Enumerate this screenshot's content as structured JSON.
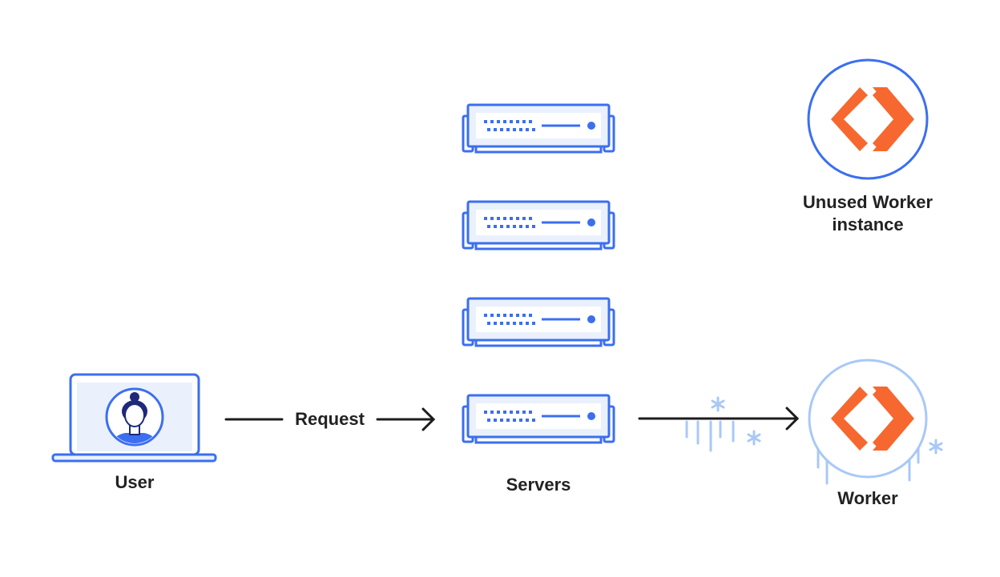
{
  "labels": {
    "user": "User",
    "request": "Request",
    "servers": "Servers",
    "unused_worker": "Unused Worker instance",
    "unused_worker_line1": "Unused Worker",
    "unused_worker_line2": "instance",
    "worker": "Worker"
  },
  "colors": {
    "blue": "#3b6ff0",
    "light_blue": "#a8c8f8",
    "panel_bg": "#eaf1fd",
    "orange": "#f6682f",
    "text": "#222222",
    "arrow": "#1c1c1c"
  },
  "icons": {
    "user_device": "laptop-icon",
    "user_avatar": "person-icon",
    "server": "server-rack-icon",
    "worker": "cloudflare-workers-icon",
    "frost": "snowflake-icon"
  }
}
